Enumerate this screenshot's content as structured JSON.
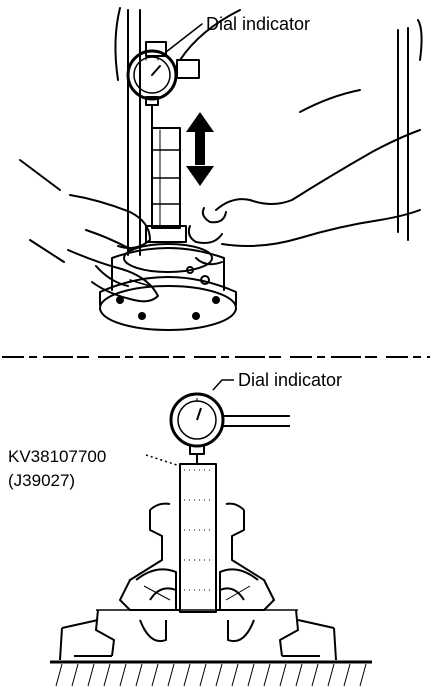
{
  "top_illustration": {
    "callout_label": "Dial indicator"
  },
  "bottom_illustration": {
    "callout_label": "Dial indicator",
    "tool_number": "KV38107700",
    "tool_alt_number": "(J39027)"
  }
}
